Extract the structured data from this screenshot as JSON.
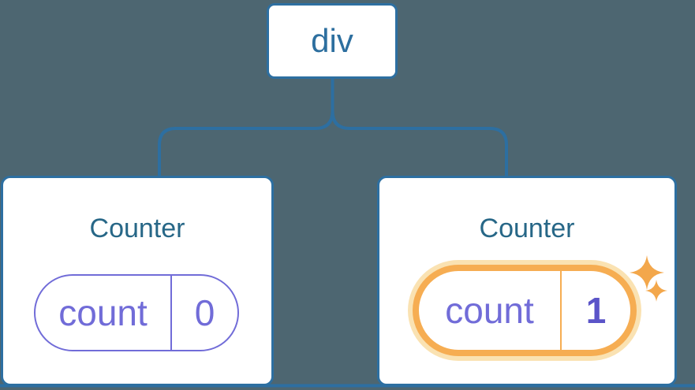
{
  "tree": {
    "root": {
      "label": "div"
    },
    "children": [
      {
        "title": "Counter",
        "state": {
          "key": "count",
          "value": "0"
        },
        "highlighted": false
      },
      {
        "title": "Counter",
        "state": {
          "key": "count",
          "value": "1"
        },
        "highlighted": true
      }
    ]
  },
  "icons": {
    "sparkles": "sparkles-icon (two four-point stars)"
  },
  "colors": {
    "background": "#4d6671",
    "connector_blue": "#2d6fa1",
    "root_text_blue": "#2d6f9f",
    "card_title_blue": "#276787",
    "state_purple": "#716cd8",
    "state_value_bold_purple": "#5b54c8",
    "highlight_orange": "#f6ad52",
    "highlight_orange_glow": "#fae2b2",
    "sparkle_orange": "#f3a74b",
    "card_background": "#ffffff"
  }
}
